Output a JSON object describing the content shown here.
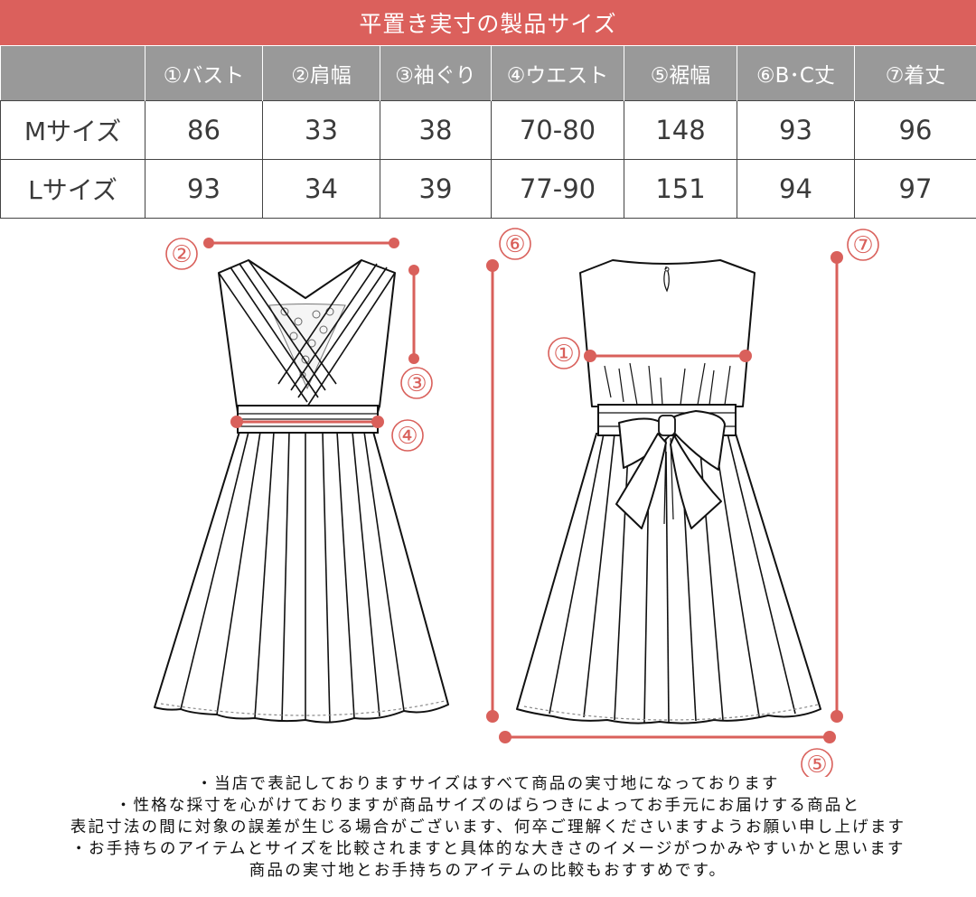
{
  "title": "平置き実寸の製品サイズ",
  "colors": {
    "accent": "#db605c",
    "header_gray": "#999999",
    "measure_line": "#d9605b"
  },
  "table": {
    "headers": [
      "",
      "①バスト",
      "②肩幅",
      "③袖ぐり",
      "④ウエスト",
      "⑤裾幅",
      "⑥B･C丈",
      "⑦着丈"
    ],
    "rows": [
      {
        "size": "Mサイズ",
        "values": [
          "86",
          "33",
          "38",
          "70-80",
          "148",
          "93",
          "96"
        ]
      },
      {
        "size": "Lサイズ",
        "values": [
          "93",
          "34",
          "39",
          "77-90",
          "151",
          "94",
          "97"
        ]
      }
    ]
  },
  "diagram": {
    "front_labels": {
      "shoulder": "②",
      "armhole": "③",
      "waist": "④"
    },
    "back_labels": {
      "bust": "①",
      "hem": "⑤",
      "back_center_length": "⑥",
      "total_length": "⑦"
    }
  },
  "notes": [
    "・当店で表記しておりますサイズはすべて商品の実寸地になっております",
    "・性格な採寸を心がけておりますが商品サイズのばらつきによってお手元にお届けする商品と",
    "表記寸法の間に対象の誤差が生じる場合がございます、何卒ご理解くださいますようお願い申し上げます",
    "・お手持ちのアイテムとサイズを比較されますと具体的な大きさのイメージがつかみやすいかと思います",
    "商品の実寸地とお手持ちのアイテムの比較もおすすめです。"
  ]
}
